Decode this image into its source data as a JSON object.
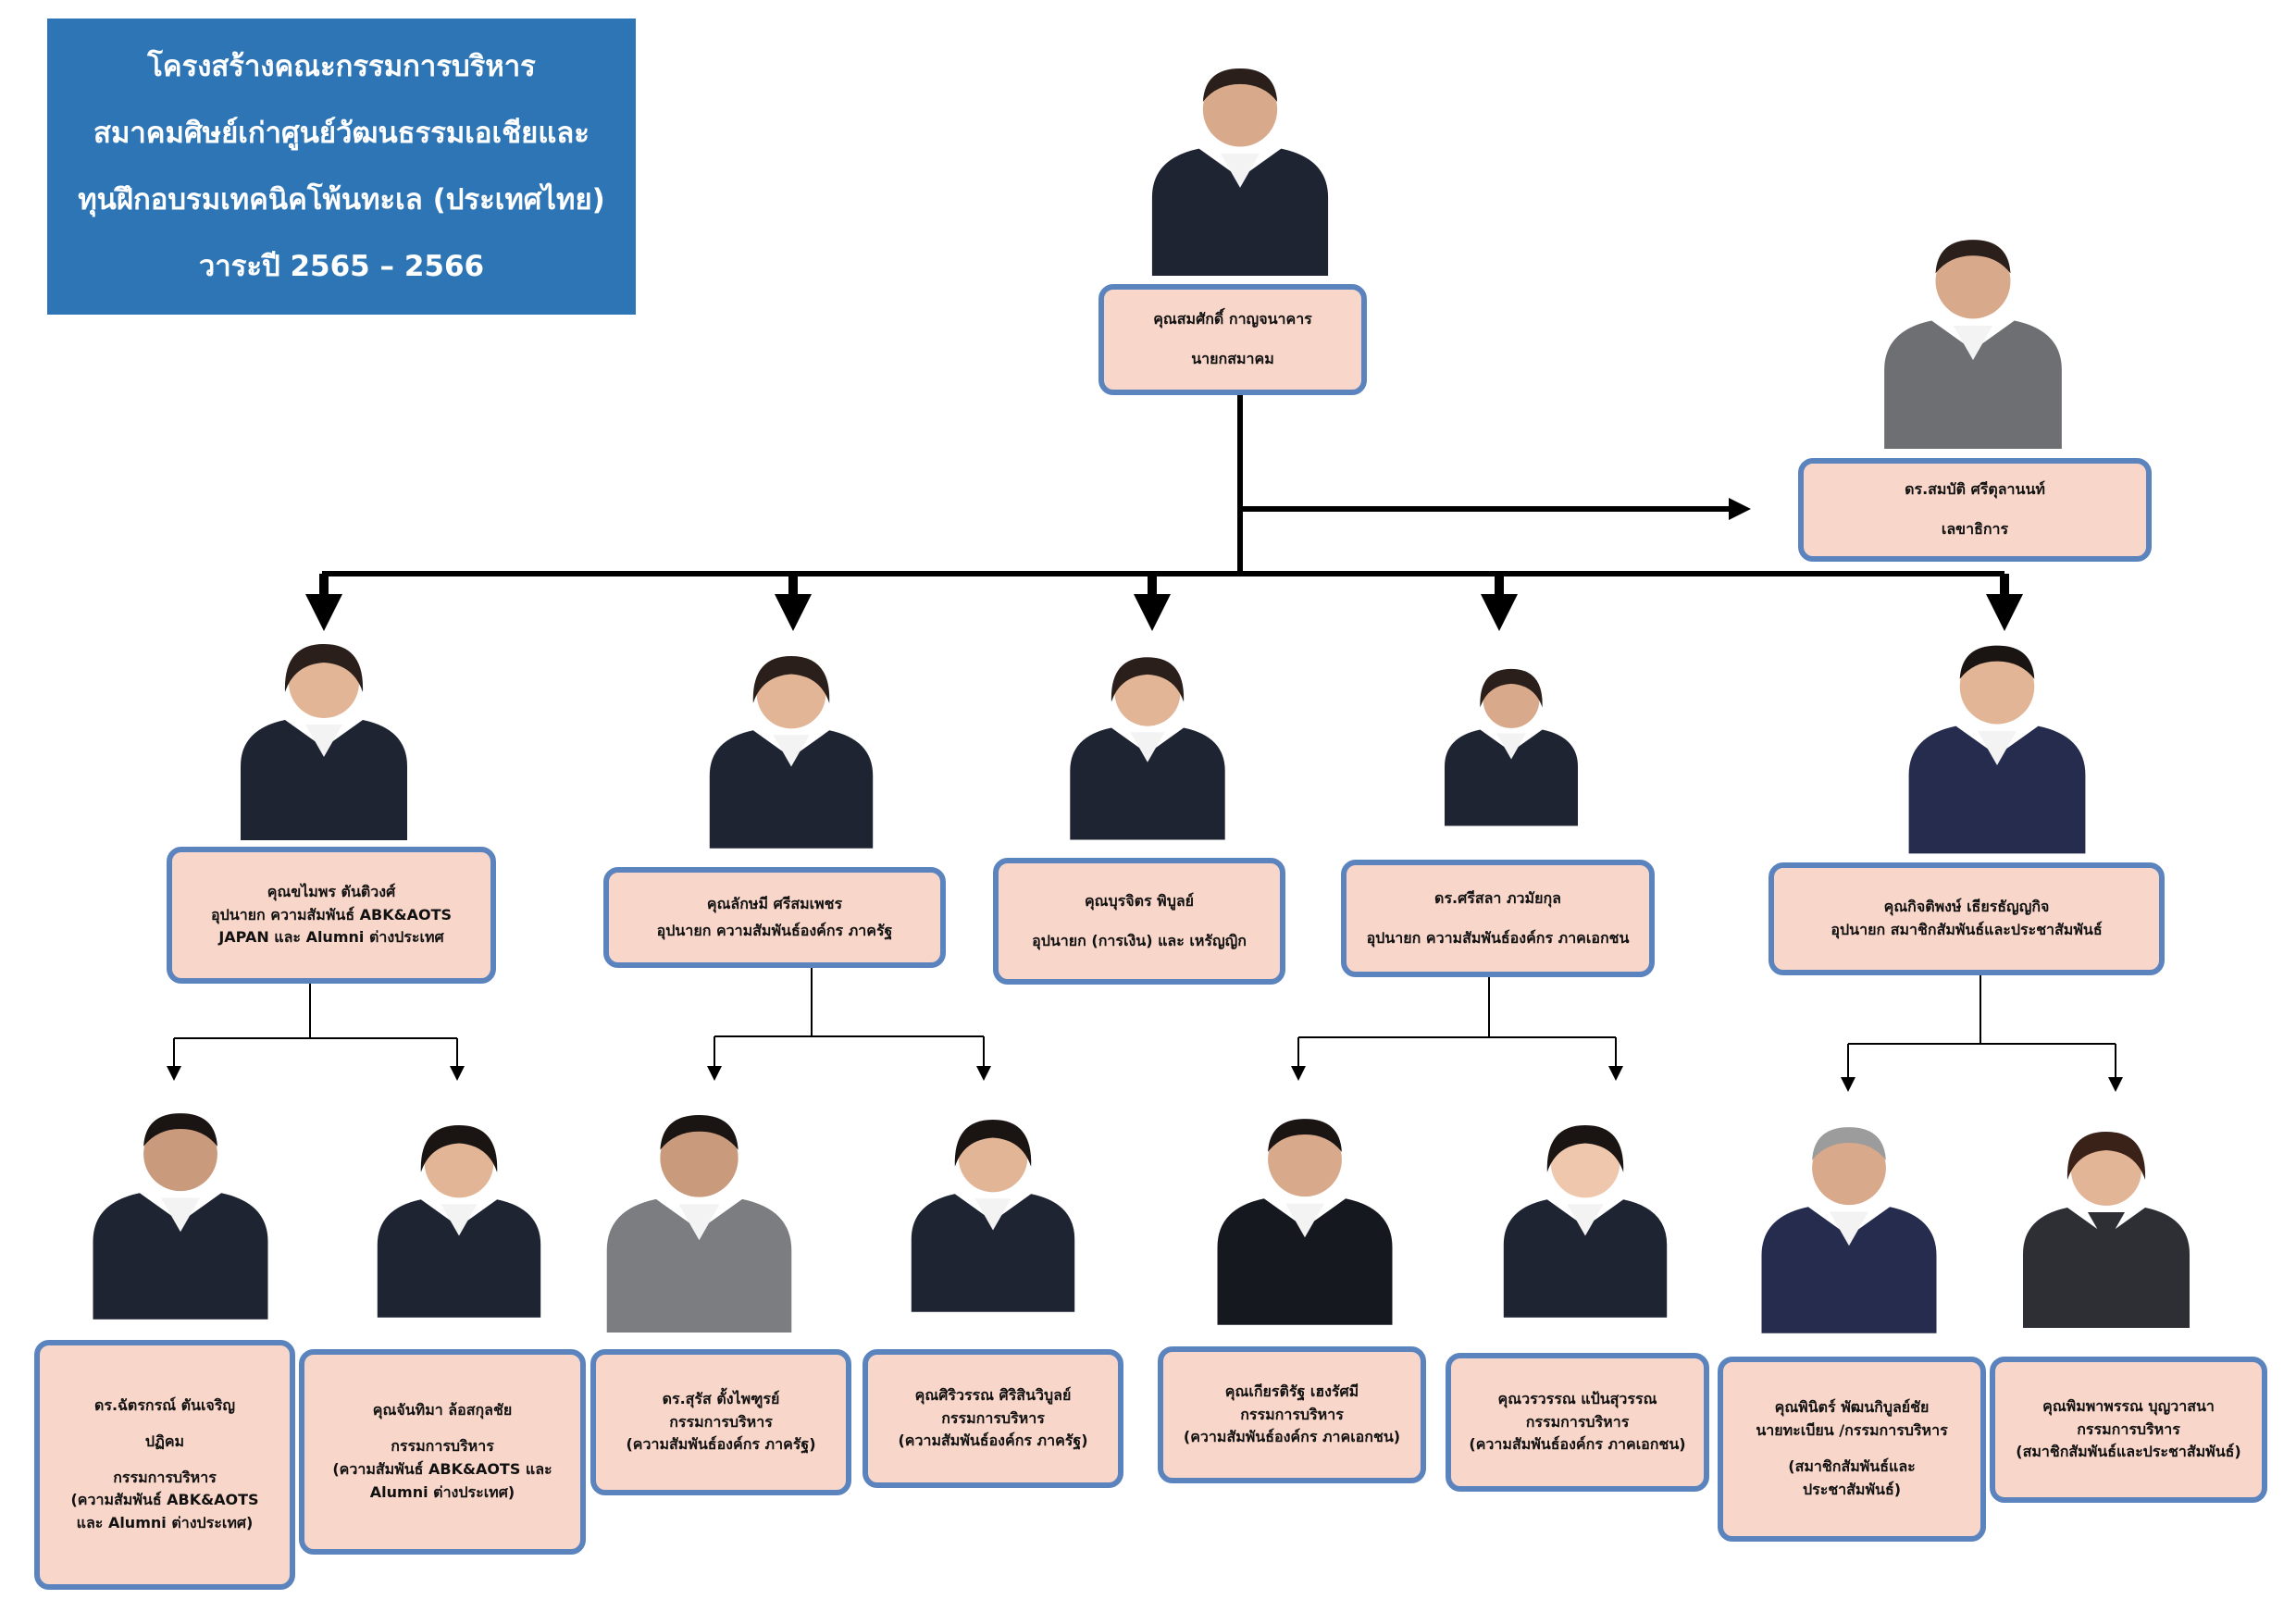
{
  "title": {
    "lines": [
      "โครงสร้างคณะกรรมการบริหาร",
      "สมาคมศิษย์เก่าศูนย์วัฒนธรรมเอเชียและ",
      "ทุนฝึกอบรมเทคนิคโพ้นทะเล (ประเทศไทย)",
      "วาระปี 2565 – 2566"
    ]
  },
  "colors": {
    "title_bg": "#2e75b6",
    "box_fill": "#f8d6ca",
    "box_border": "#5b84bf",
    "suit": "#1f2433"
  },
  "president": {
    "name": "คุณสมศักดิ์ กาญจนาคาร",
    "role": "นายกสมาคม"
  },
  "secretary": {
    "name": "ดร.สมบัติ ศรีตุลานนท์",
    "role": "เลขาธิการ"
  },
  "vps": [
    {
      "name": "คุณขไมพร ตันติวงศ์",
      "role1": "อุปนายก ความสัมพันธ์ ABK&AOTS",
      "role2": "JAPAN และ Alumni ต่างประเทศ"
    },
    {
      "name": "คุณลักษมี  ศรีสมเพชร",
      "role1": "อุปนายก ความสัมพันธ์องค์กร ภาครัฐ"
    },
    {
      "name": "คุณบุรจิตร พิบูลย์",
      "role1": "อุปนายก (การเงิน) และ เหรัญญิก"
    },
    {
      "name": "ดร.ศรีสลา ภวมัยกุล",
      "role1": "อุปนายก ความสัมพันธ์องค์กร ภาคเอกชน"
    },
    {
      "name": "คุณกิจติพงษ์ เธียรธัญญกิจ",
      "role1": "อุปนายก สมาชิกสัมพันธ์และประชาสัมพันธ์"
    }
  ],
  "members": [
    {
      "l1": "ดร.ฉัตรกรณ์ ตันเจริญ",
      "l2": "ปฏิคม",
      "l3": "กรรมการบริหาร",
      "l4": "(ความสัมพันธ์ ABK&AOTS",
      "l5": "และ Alumni ต่างประเทศ)"
    },
    {
      "l1": "คุณจันทิมา ล้อสกุลชัย",
      "l2": "กรรมการบริหาร",
      "l3": "(ความสัมพันธ์ ABK&AOTS และ",
      "l4": "Alumni ต่างประเทศ)"
    },
    {
      "l1": "ดร.สุรัส ตั้งไพฑูรย์",
      "l2": "กรรมการบริหาร",
      "l3": "(ความสัมพันธ์องค์กร ภาครัฐ)"
    },
    {
      "l1": "คุณศิริวรรณ ศิริสินวิบูลย์",
      "l2": "กรรมการบริหาร",
      "l3": "(ความสัมพันธ์องค์กร ภาครัฐ)"
    },
    {
      "l1": "คุณเกียรติรัฐ เฮงรัศมี",
      "l2": "กรรมการบริหาร",
      "l3": "(ความสัมพันธ์องค์กร ภาคเอกชน)"
    },
    {
      "l1": "คุณวรวรรณ แป้นสุวรรณ",
      "l2": "กรรมการบริหาร",
      "l3": "(ความสัมพันธ์องค์กร ภาคเอกชน)"
    },
    {
      "l1": "คุณพินิตร์  พัฒนกิบูลย์ชัย",
      "l2": "นายทะเบียน /กรรมการบริหาร",
      "l3": "(สมาชิกสัมพันธ์และ",
      "l4": "ประชาสัมพันธ์)"
    },
    {
      "l1": "คุณพิมพาพรรณ บุญวาสนา",
      "l2": "กรรมการบริหาร",
      "l3": "(สมาชิกสัมพันธ์และประชาสัมพันธ์)"
    }
  ]
}
